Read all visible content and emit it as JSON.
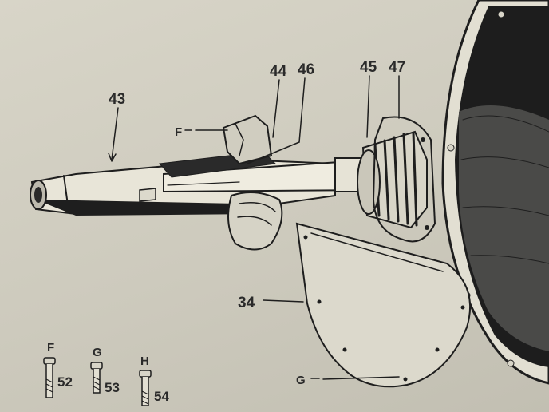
{
  "callouts": {
    "c43": "43",
    "c44": "44",
    "c46": "46",
    "c45": "45",
    "c47": "47",
    "c34": "34"
  },
  "letters": {
    "F": "F",
    "G": "G"
  },
  "bolts": [
    {
      "letter": "F",
      "number": "52"
    },
    {
      "letter": "G",
      "number": "53"
    },
    {
      "letter": "H",
      "number": "54"
    }
  ],
  "colors": {
    "paper": "#d4d1c4",
    "ink": "#1e1e1e",
    "housing_dark": "#1c1c1c"
  }
}
